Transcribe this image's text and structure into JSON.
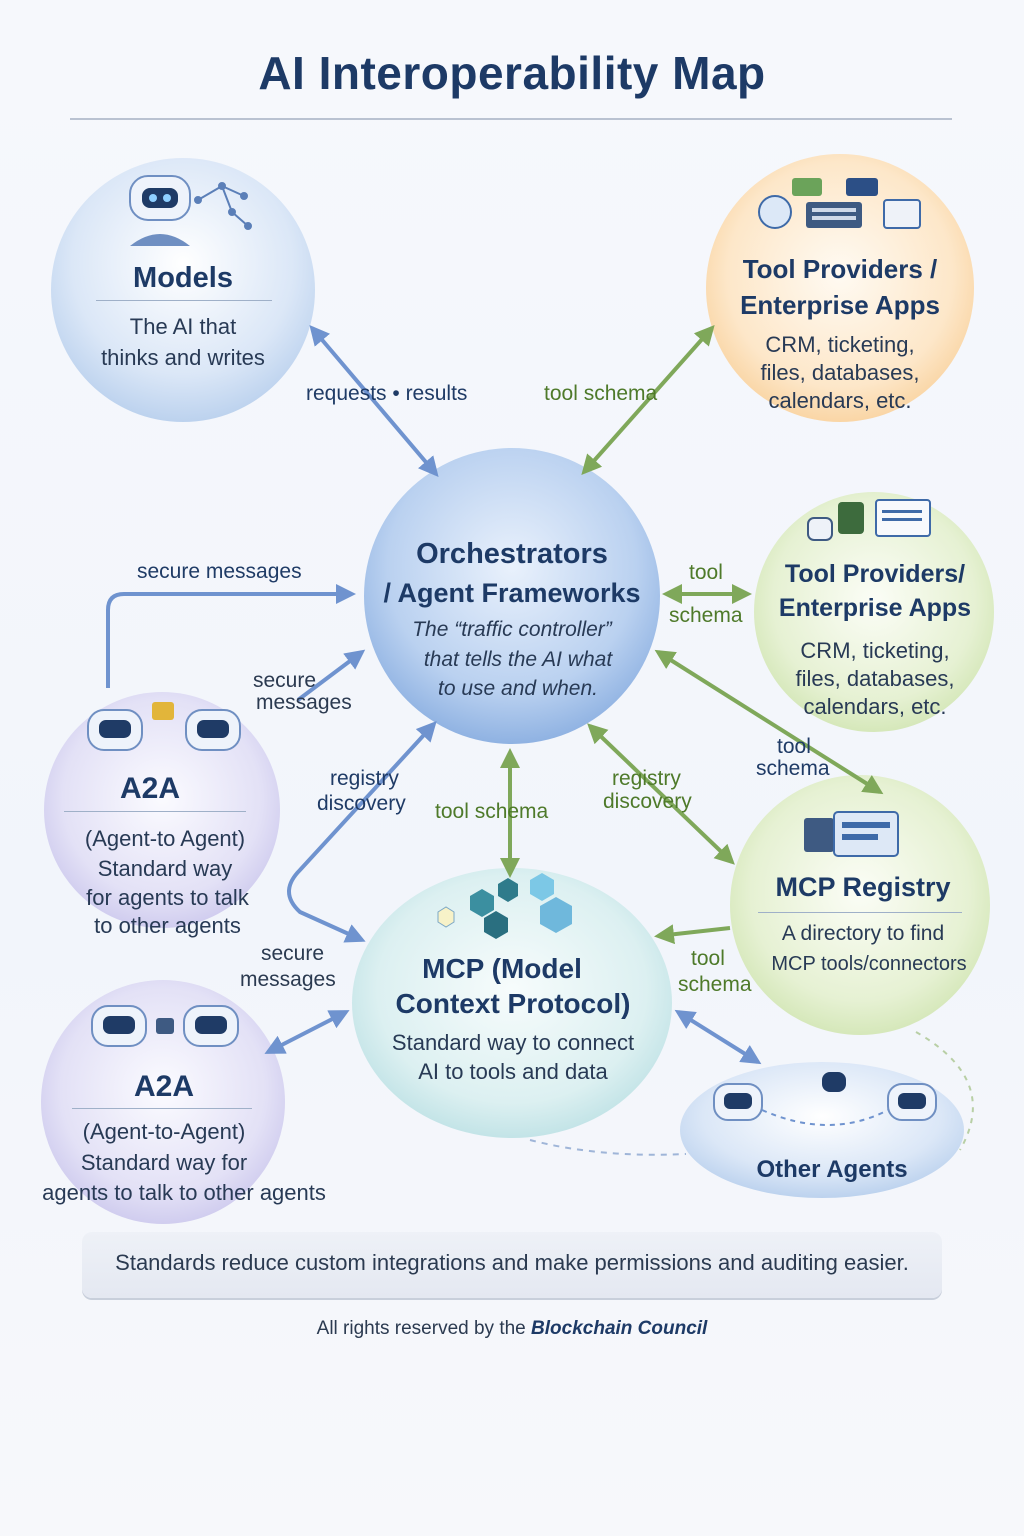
{
  "title": "AI Interoperability Map",
  "nodes": {
    "models": {
      "title": "Models",
      "desc_1": "The AI that",
      "desc_2": "thinks and writes"
    },
    "tools_top": {
      "title_1": "Tool Providers /",
      "title_2": "Enterprise Apps",
      "desc_1": "CRM, ticketing,",
      "desc_2": "files, databases,",
      "desc_3": "calendars, etc."
    },
    "orchestrators": {
      "title_1": "Orchestrators",
      "title_2": "/ Agent Frameworks",
      "desc_1": "The “traffic controller”",
      "desc_2": "that tells the AI what",
      "desc_3": "to use and when."
    },
    "tools_mid": {
      "title_1": "Tool Providers/",
      "title_2": "Enterprise Apps",
      "desc_1": "CRM, ticketing,",
      "desc_2": "files, databases,",
      "desc_3": "calendars, etc."
    },
    "a2a_top": {
      "title": "A2A",
      "desc_1": "(Agent-to Agent)",
      "desc_2": "Standard way",
      "desc_3": "for agents to talk",
      "desc_4": "to other agents"
    },
    "mcp_registry": {
      "title": "MCP Registry",
      "desc_1": "A directory to find",
      "desc_2": "MCP tools/connectors"
    },
    "mcp": {
      "title_1": "MCP (Model",
      "title_2": "Context Protocol)",
      "desc_1": "Standard way to connect",
      "desc_2": "AI to tools and data"
    },
    "a2a_bottom": {
      "title": "A2A",
      "desc_1": "(Agent-to-Agent)",
      "desc_2": "Standard way for",
      "desc_3": "agents to talk to other agents"
    },
    "other_agents": {
      "title": "Other Agents"
    }
  },
  "labels": {
    "requests_results": "requests • results",
    "tool_schema_top": "tool schema",
    "secure_messages_top": "secure messages",
    "tool_1": "tool",
    "schema_1": "schema",
    "secure_1": "secure",
    "messages_1": "messages",
    "tool_2": "tool",
    "schema_2": "schema",
    "registry_1": "registry",
    "discovery_1": "discovery",
    "tool_schema_center": "tool schema",
    "registry_2": "registry",
    "discovery_2": "discovery",
    "secure_2": "secure",
    "messages_2": "messages",
    "tool_3": "tool",
    "schema_3": "schema"
  },
  "footer": "Standards reduce custom integrations and make permissions and auditing easier.",
  "credit_prefix": "All rights reserved by the",
  "credit_brand": "Blockchain Council",
  "colors": {
    "navy": "#1d3a66",
    "blue_arrow": "#6f93cf",
    "green_arrow": "#7fa85a",
    "orange_node": "#fbd7a8",
    "green_node": "#dcebc4",
    "purple_node": "#d9d6f1",
    "teal_node": "#cfe9ec"
  }
}
